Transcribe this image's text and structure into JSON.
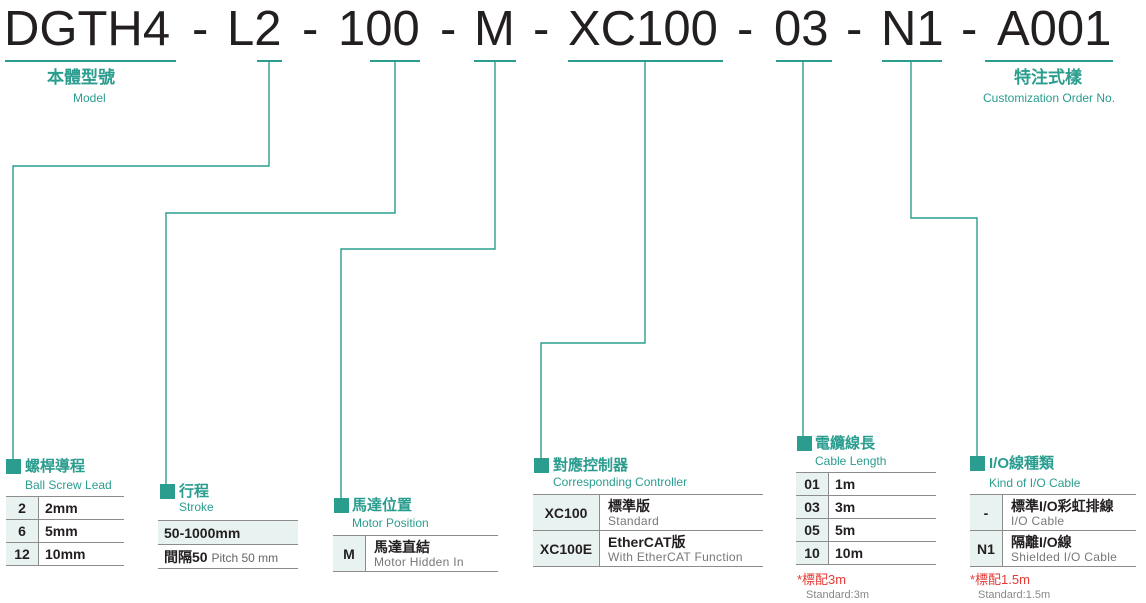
{
  "model_code": {
    "segments": [
      "DGTH4",
      "-",
      "L2",
      "-",
      "100",
      "-",
      "M",
      "-",
      "XC100",
      "-",
      "03",
      "-",
      "N1",
      "-",
      "A001"
    ]
  },
  "model_caption": {
    "zh": "本體型號",
    "en": "Model"
  },
  "custom_caption": {
    "zh": "特注式樣",
    "en": "Customization Order No."
  },
  "accent_color": "#2a9d8f",
  "ball_screw": {
    "title_zh": "螺桿導程",
    "title_en": "Ball Screw Lead",
    "rows": [
      {
        "code": "2",
        "value": "2mm"
      },
      {
        "code": "6",
        "value": "5mm"
      },
      {
        "code": "12",
        "value": "10mm"
      }
    ]
  },
  "stroke": {
    "title_zh": "行程",
    "title_en": "Stroke",
    "range": "50-1000mm",
    "pitch_zh": "間隔50",
    "pitch_en": "Pitch 50 mm"
  },
  "motor_position": {
    "title_zh": "馬達位置",
    "title_en": "Motor Position",
    "rows": [
      {
        "code": "M",
        "zh": "馬達直結",
        "en": "Motor Hidden In"
      }
    ]
  },
  "controller": {
    "title_zh": "對應控制器",
    "title_en": "Corresponding Controller",
    "rows": [
      {
        "code": "XC100",
        "zh": "標準版",
        "en": "Standard"
      },
      {
        "code": "XC100E",
        "zh": "EtherCAT版",
        "en": "With EtherCAT Function"
      }
    ]
  },
  "cable_length": {
    "title_zh": "電纜線長",
    "title_en": "Cable Length",
    "rows": [
      {
        "code": "01",
        "value": "1m"
      },
      {
        "code": "03",
        "value": "3m"
      },
      {
        "code": "05",
        "value": "5m"
      },
      {
        "code": "10",
        "value": "10m"
      }
    ],
    "note_zh": "*標配3m",
    "note_en": "Standard:3m"
  },
  "io_cable": {
    "title_zh": "I/O線種類",
    "title_en": "Kind of I/O Cable",
    "rows": [
      {
        "code": "-",
        "zh": "標準I/O彩虹排線",
        "en": "I/O Cable"
      },
      {
        "code": "N1",
        "zh": "隔離I/O線",
        "en": "Shielded I/O Cable"
      }
    ],
    "note_zh": "*標配1.5m",
    "note_en": "Standard:1.5m"
  }
}
